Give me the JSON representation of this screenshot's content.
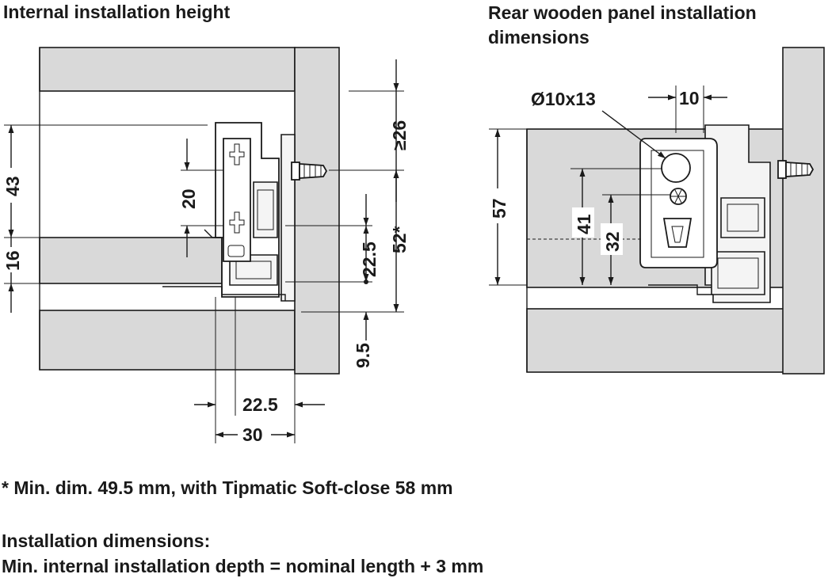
{
  "left": {
    "title": "Internal installation height",
    "dims": {
      "d26": "≥26",
      "d43": "43",
      "d20": "20",
      "d16": "16",
      "d22_5v": "22.5",
      "d52": "52*",
      "d9_5": "9.5",
      "d22_5h": "22.5",
      "d30": "30"
    }
  },
  "right": {
    "title": "Rear wooden panel installation dimensions",
    "dims": {
      "hole": "Ø10x13",
      "d10": "10",
      "d57": "57",
      "d41": "41",
      "d32": "32"
    }
  },
  "notes": {
    "min": "* Min. dim. 49.5 mm, with Tipmatic Soft-close 58 mm",
    "heading": "Installation dimensions:",
    "depth": "Min. internal installation depth = nominal length + 3 mm"
  }
}
